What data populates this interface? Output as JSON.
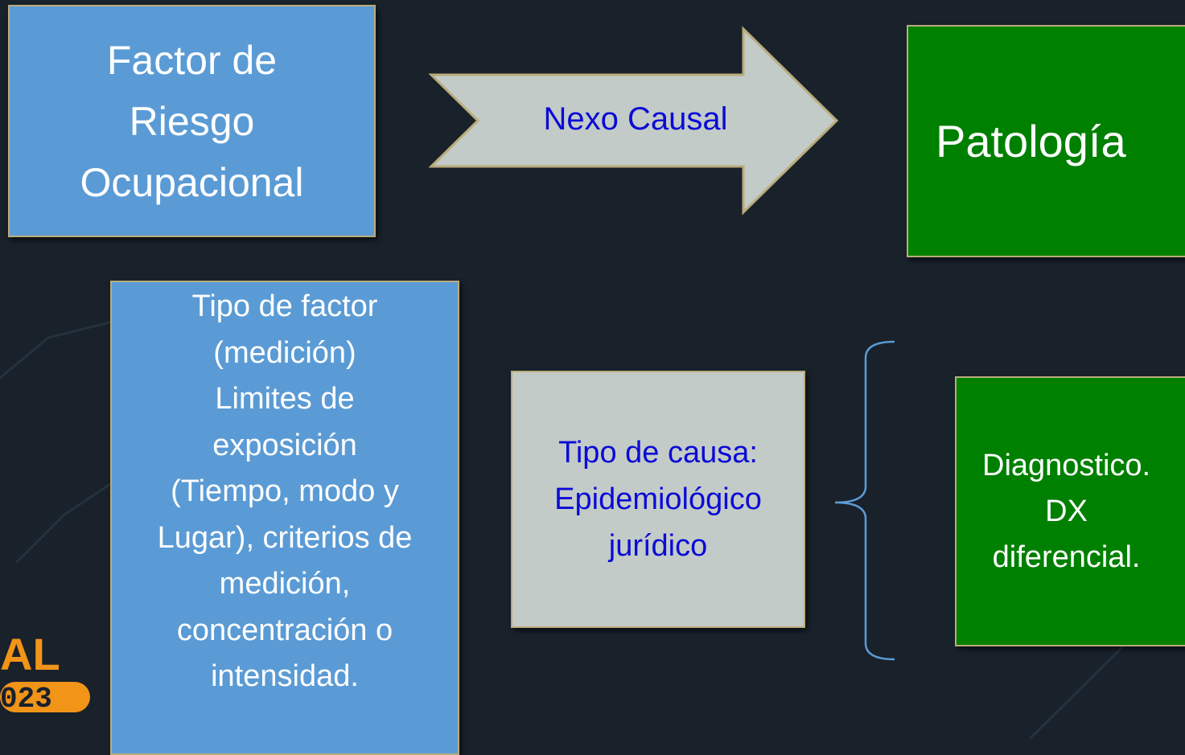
{
  "boxes": {
    "factor": "Factor de\nRiesgo\nOcupacional",
    "patologia": "Patología",
    "tipo_factor": "Tipo de factor\n(medición)\nLimites de\nexposición\n(Tiempo, modo  y\nLugar), criterios de\nmedición,\nconcentración o\nintensidad.",
    "causa": "Tipo de causa:\nEpidemiológico\njurídico",
    "diagnostico": "Diagnostico.\nDX\ndiferencial."
  },
  "arrow": {
    "label": "Nexo Causal"
  },
  "logo": {
    "text_top": "AL",
    "text_bottom": "023"
  },
  "colors": {
    "background": "#19212b",
    "blue_box": "#5b9bd5",
    "green_box": "#008000",
    "grey_box": "#c3cbc8",
    "blue_text": "#0b0bd6",
    "border": "#b9ac7a",
    "brace": "#5b9bd5",
    "logo_orange": "#f29418"
  }
}
